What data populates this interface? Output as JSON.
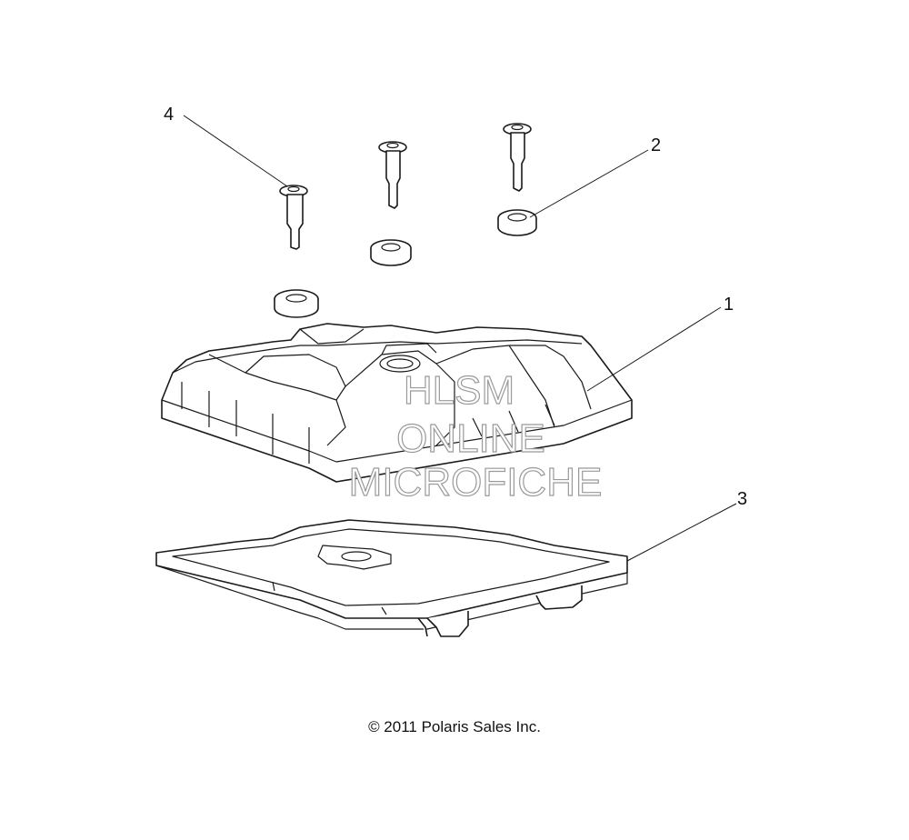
{
  "diagram": {
    "callouts": [
      {
        "id": "1",
        "label": "1"
      },
      {
        "id": "2",
        "label": "2"
      },
      {
        "id": "3",
        "label": "3"
      },
      {
        "id": "4",
        "label": "4"
      }
    ],
    "watermark": {
      "line1": "HLSM",
      "line2": "ONLINE",
      "line3": "MICROFICHE"
    },
    "copyright": "© 2011 Polaris Sales Inc."
  }
}
